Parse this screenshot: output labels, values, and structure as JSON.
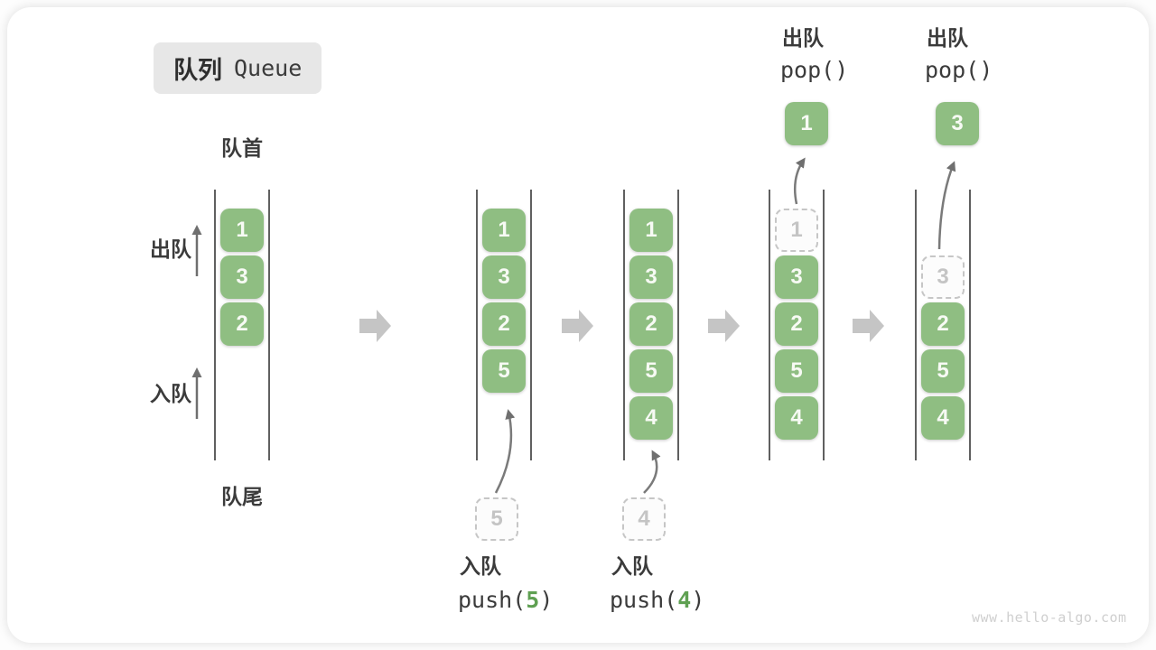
{
  "title": {
    "zh": "队列",
    "en": "Queue"
  },
  "side_labels": {
    "front": "队首",
    "rear": "队尾",
    "dequeue": "出队",
    "enqueue": "入队"
  },
  "watermark": "www.hello-algo.com",
  "colors": {
    "box_green": "#8FBE82",
    "accent_green": "#5FA052",
    "ghost_gray": "#C6C6C6",
    "flow_arrow_gray": "#C5C5C5",
    "rail_line_gray": "#606060",
    "text_dark": "#3B3B3B",
    "title_bg": "#E7E7E7"
  },
  "states": [
    {
      "boxes": [
        "1",
        "3",
        "2"
      ]
    },
    {
      "boxes": [
        "1",
        "3",
        "2",
        "5"
      ],
      "incoming": "5",
      "op": {
        "label": "入队",
        "code_pre": "push(",
        "arg": "5",
        "code_post": ")"
      }
    },
    {
      "boxes": [
        "1",
        "3",
        "2",
        "5",
        "4"
      ],
      "incoming": "4",
      "op": {
        "label": "入队",
        "code_pre": "push(",
        "arg": "4",
        "code_post": ")"
      }
    },
    {
      "ghost": "1",
      "boxes": [
        "3",
        "2",
        "5",
        "4"
      ],
      "popped": "1",
      "op": {
        "label": "出队",
        "code": "pop()"
      }
    },
    {
      "ghost": "3",
      "boxes": [
        "2",
        "5",
        "4"
      ],
      "popped": "3",
      "op": {
        "label": "出队",
        "code": "pop()"
      }
    }
  ]
}
